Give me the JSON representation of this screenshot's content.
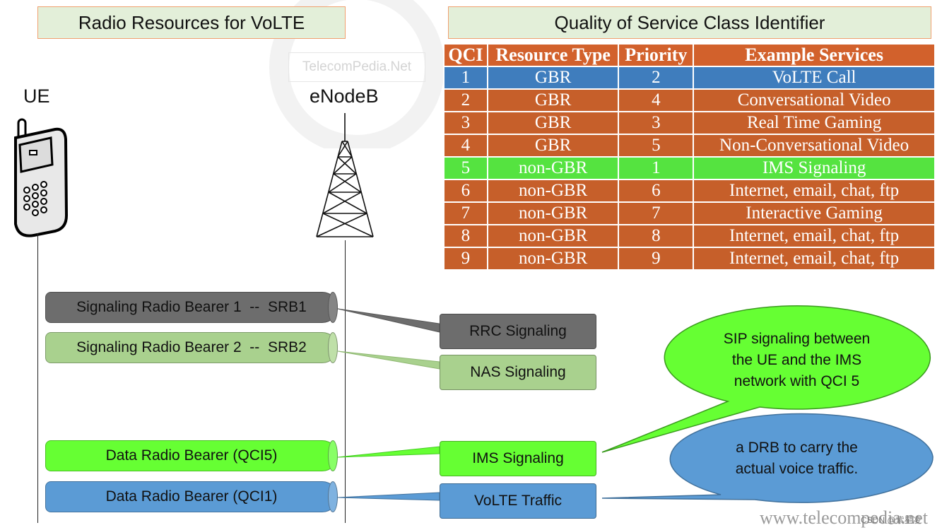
{
  "titles": {
    "left": "Radio Resources for VoLTE",
    "right": "Quality of Service Class Identifier"
  },
  "nodes": {
    "ue": "UE",
    "enodeb": "eNodeB"
  },
  "watermark": "TelecomPedia.Net",
  "qci_table": {
    "headers": [
      "QCI",
      "Resource Type",
      "Priority",
      "Example Services"
    ],
    "rows": [
      {
        "qci": "1",
        "type": "GBR",
        "priority": "2",
        "service": "VoLTE Call",
        "color": "#3f7dbd"
      },
      {
        "qci": "2",
        "type": "GBR",
        "priority": "4",
        "service": "Conversational Video",
        "color": "#c65f2a"
      },
      {
        "qci": "3",
        "type": "GBR",
        "priority": "3",
        "service": "Real Time Gaming",
        "color": "#c65f2a"
      },
      {
        "qci": "4",
        "type": "GBR",
        "priority": "5",
        "service": "Non-Conversational Video",
        "color": "#c65f2a"
      },
      {
        "qci": "5",
        "type": "non-GBR",
        "priority": "1",
        "service": "IMS Signaling",
        "color": "#55e340"
      },
      {
        "qci": "6",
        "type": "non-GBR",
        "priority": "6",
        "service": "Internet, email, chat, ftp",
        "color": "#c65f2a"
      },
      {
        "qci": "7",
        "type": "non-GBR",
        "priority": "7",
        "service": "Interactive Gaming",
        "color": "#c65f2a"
      },
      {
        "qci": "8",
        "type": "non-GBR",
        "priority": "8",
        "service": "Internet, email, chat, ftp",
        "color": "#c65f2a"
      },
      {
        "qci": "9",
        "type": "non-GBR",
        "priority": "9",
        "service": "Internet, email, chat, ftp",
        "color": "#c65f2a"
      }
    ]
  },
  "bearers": {
    "srb1": "Signaling Radio Bearer 1  --  SRB1",
    "srb2": "Signaling Radio Bearer 2  --  SRB2",
    "drb_qci5": "Data Radio Bearer (QCI5)",
    "drb_qci1": "Data Radio Bearer (QCI1)"
  },
  "callouts": {
    "rrc": "RRC Signaling",
    "nas": "NAS Signaling",
    "ims": "IMS Signaling",
    "volte": "VoLTE Traffic"
  },
  "bubbles": {
    "sip_line1": "SIP signaling between",
    "sip_line2": "the UE and the IMS",
    "sip_line3": "network with QCI 5",
    "drb_line1": "a DRB to carry the",
    "drb_line2": "actual voice traffic."
  },
  "colors": {
    "gray": "#6d6d6d",
    "light_green": "#a9d18e",
    "bright_green": "#66ff33",
    "blue": "#5b9bd5",
    "table_orange": "#c65f2a"
  },
  "footer": {
    "url": "www.telecompedia.net",
    "tag": "CSDN @紫星凌"
  }
}
